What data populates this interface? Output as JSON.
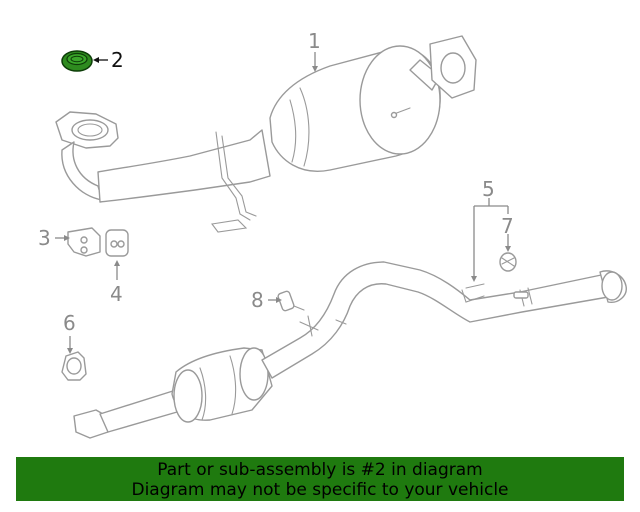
{
  "callouts": {
    "c1": "1",
    "c2": "2",
    "c3": "3",
    "c4": "4",
    "c5": "5",
    "c6": "6",
    "c7": "7",
    "c8": "8"
  },
  "highlight_color": "#2e8b1f",
  "banner_color": "#1f7a0f",
  "banner": {
    "line1": "Part or sub-assembly is #2 in diagram",
    "line2": "Diagram may not be specific to your vehicle"
  }
}
